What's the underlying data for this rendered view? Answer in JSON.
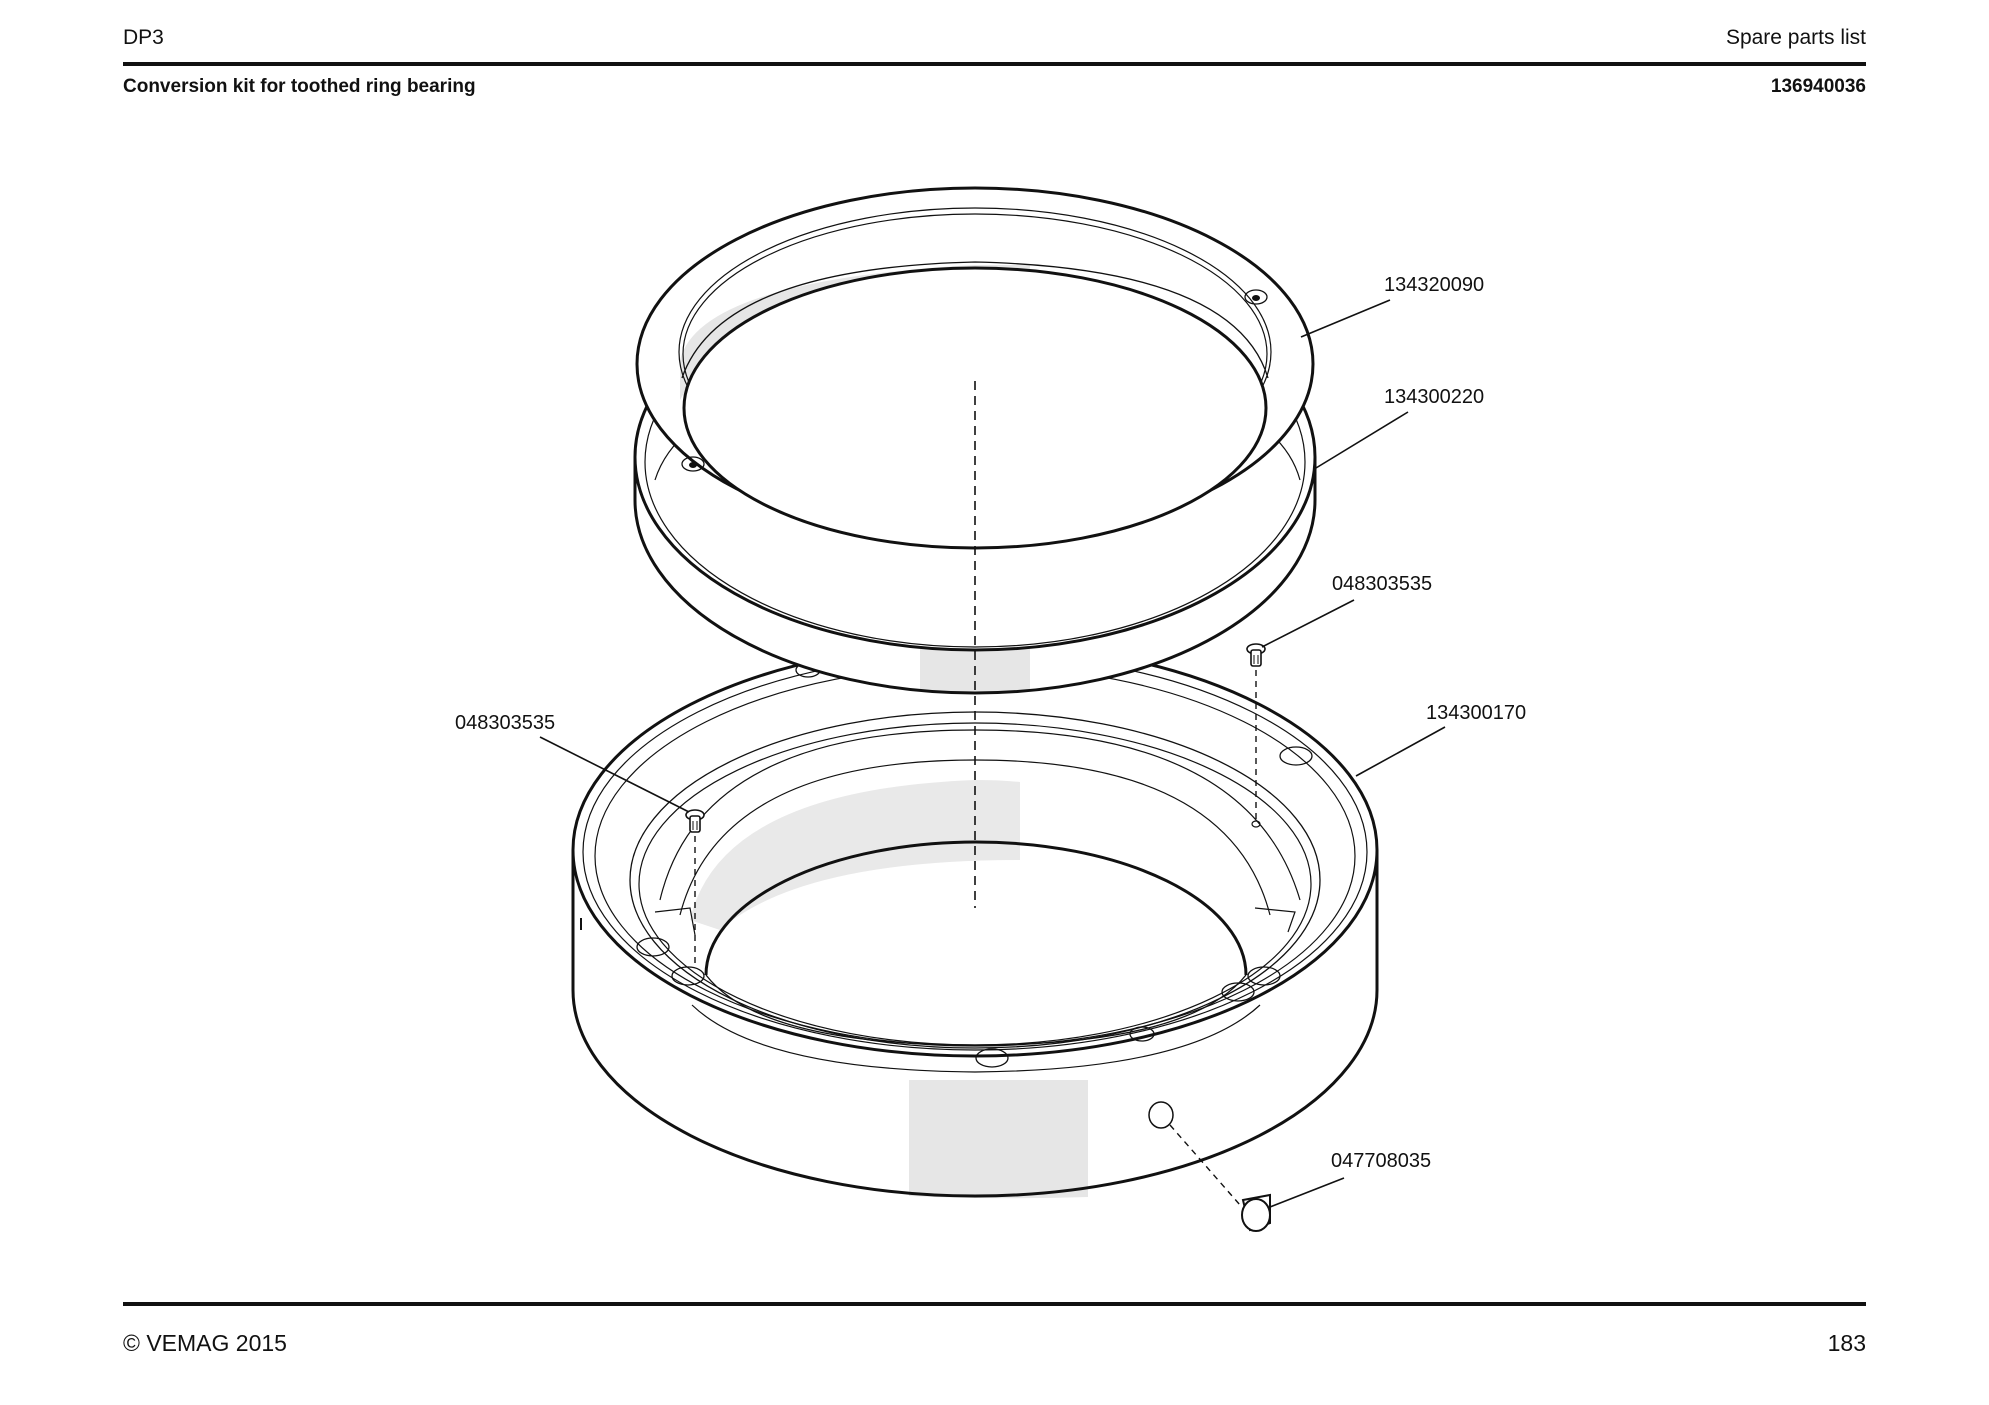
{
  "header": {
    "product": "DP3",
    "doc_type": "Spare parts list",
    "title": "Conversion kit for toothed ring bearing",
    "kit_number": "136940036"
  },
  "drawing": {
    "callouts": [
      {
        "part_number": "134320090",
        "target": "toothed-ring"
      },
      {
        "part_number": "134300220",
        "target": "bearing-ring"
      },
      {
        "part_number": "048303535",
        "target": "screw-right"
      },
      {
        "part_number": "134300170",
        "target": "housing-ring"
      },
      {
        "part_number": "048303535",
        "target": "screw-left"
      },
      {
        "part_number": "047708035",
        "target": "plug"
      }
    ]
  },
  "footer": {
    "copyright": "© VEMAG 2015",
    "page_number": "183"
  }
}
